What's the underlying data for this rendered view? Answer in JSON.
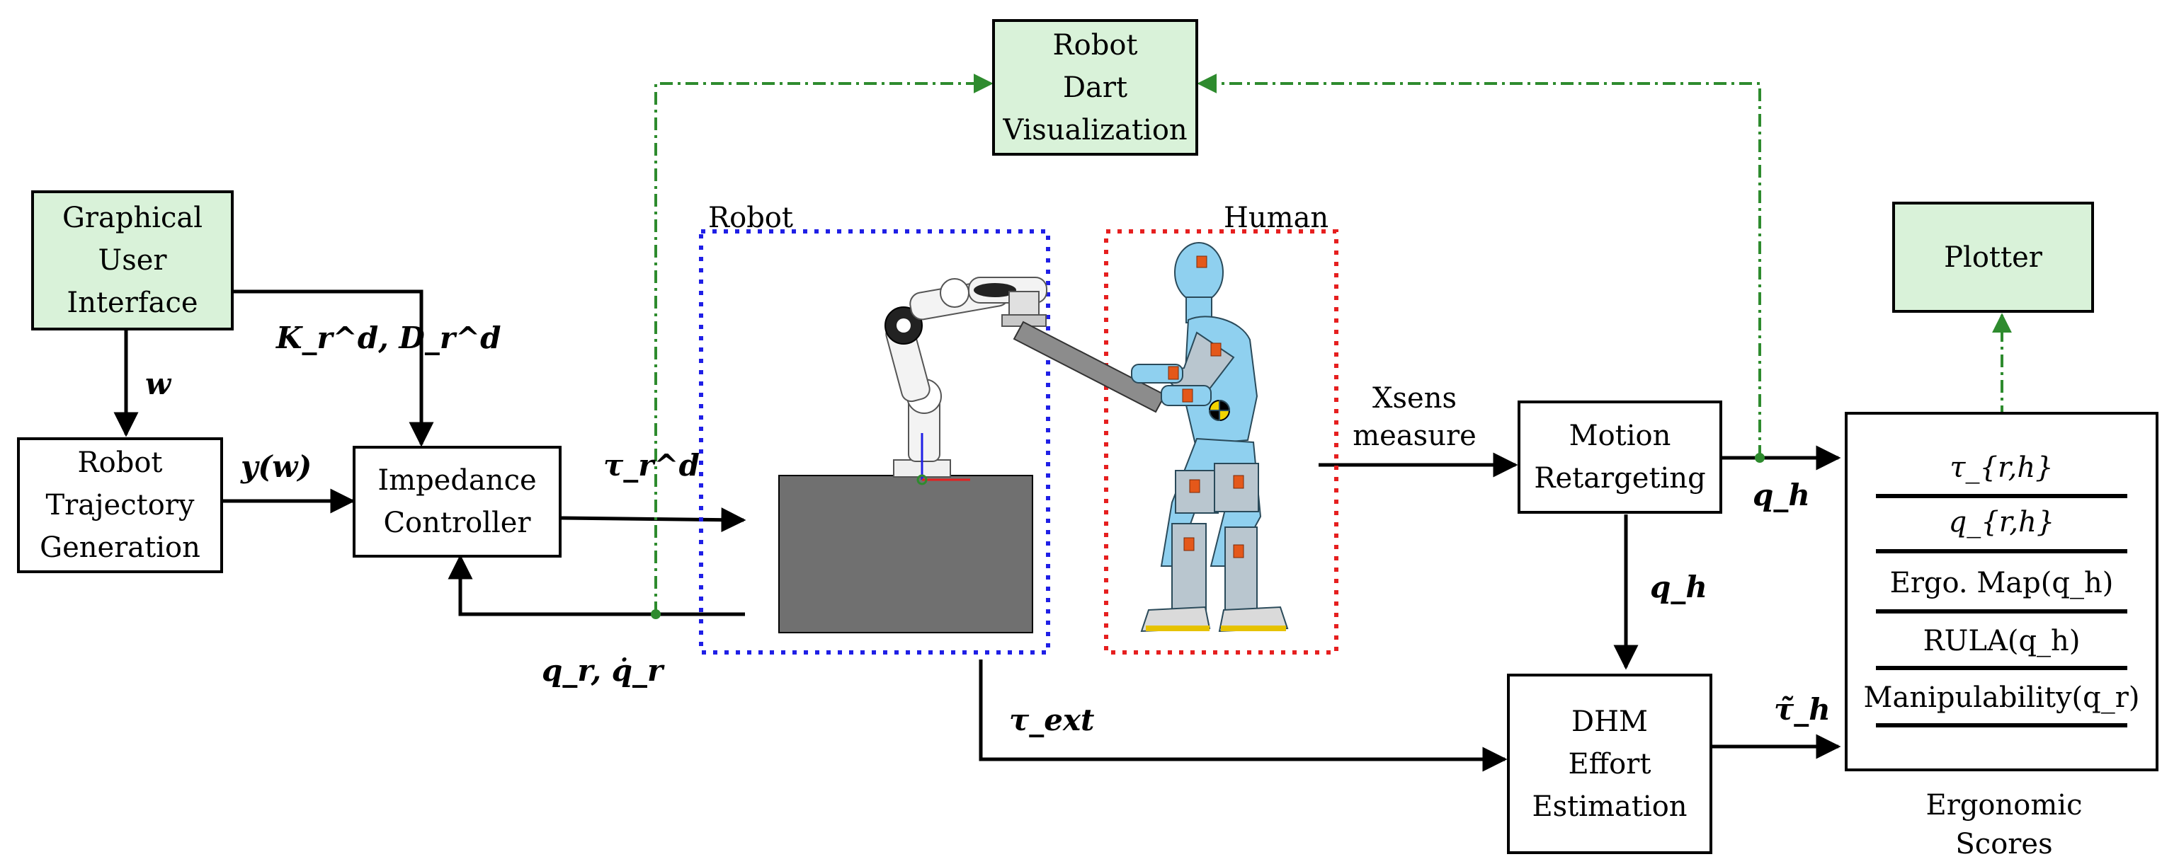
{
  "blocks": {
    "gui": [
      "Graphical",
      "User",
      "Interface"
    ],
    "trajectory": [
      "Robot",
      "Trajectory",
      "Generation"
    ],
    "impedance": [
      "Impedance",
      "Controller"
    ],
    "dart": [
      "Robot",
      "Dart",
      "Visualization"
    ],
    "retargeting": [
      "Motion",
      "Retargeting"
    ],
    "dhm": [
      "DHM",
      "Effort",
      "Estimation"
    ],
    "plotter": "Plotter"
  },
  "regions": {
    "robot": "Robot",
    "human": "Human"
  },
  "signals": {
    "w": "w",
    "gains": "K_r^d, D_r^d",
    "y_w": "y(w)",
    "tau_r_d": "τ_r^d",
    "q_r_dq_r": "q_r, q̇_r",
    "tau_ext": "τ_ext",
    "xsens_line1": "Xsens",
    "xsens_line2": "measure",
    "q_h_right": "q_h",
    "q_h_down": "q_h",
    "tau_h_tilde": "τ̃_h"
  },
  "scores": {
    "items": [
      "τ_{r,h}",
      "q_{r,h}",
      "Ergo. Map(q_h)",
      "RULA(q_h)",
      "Manipulability(q_r)"
    ],
    "caption": [
      "Ergonomic",
      "Scores"
    ]
  },
  "colors": {
    "block_fill": "#d9f2d9",
    "visualization_link": "#2e8b2e",
    "robot_region": "#1f1fe6",
    "human_region": "#e61f1f",
    "table": "#707070",
    "human_body": "#8fd0ef",
    "sensor": "#e4581a"
  }
}
